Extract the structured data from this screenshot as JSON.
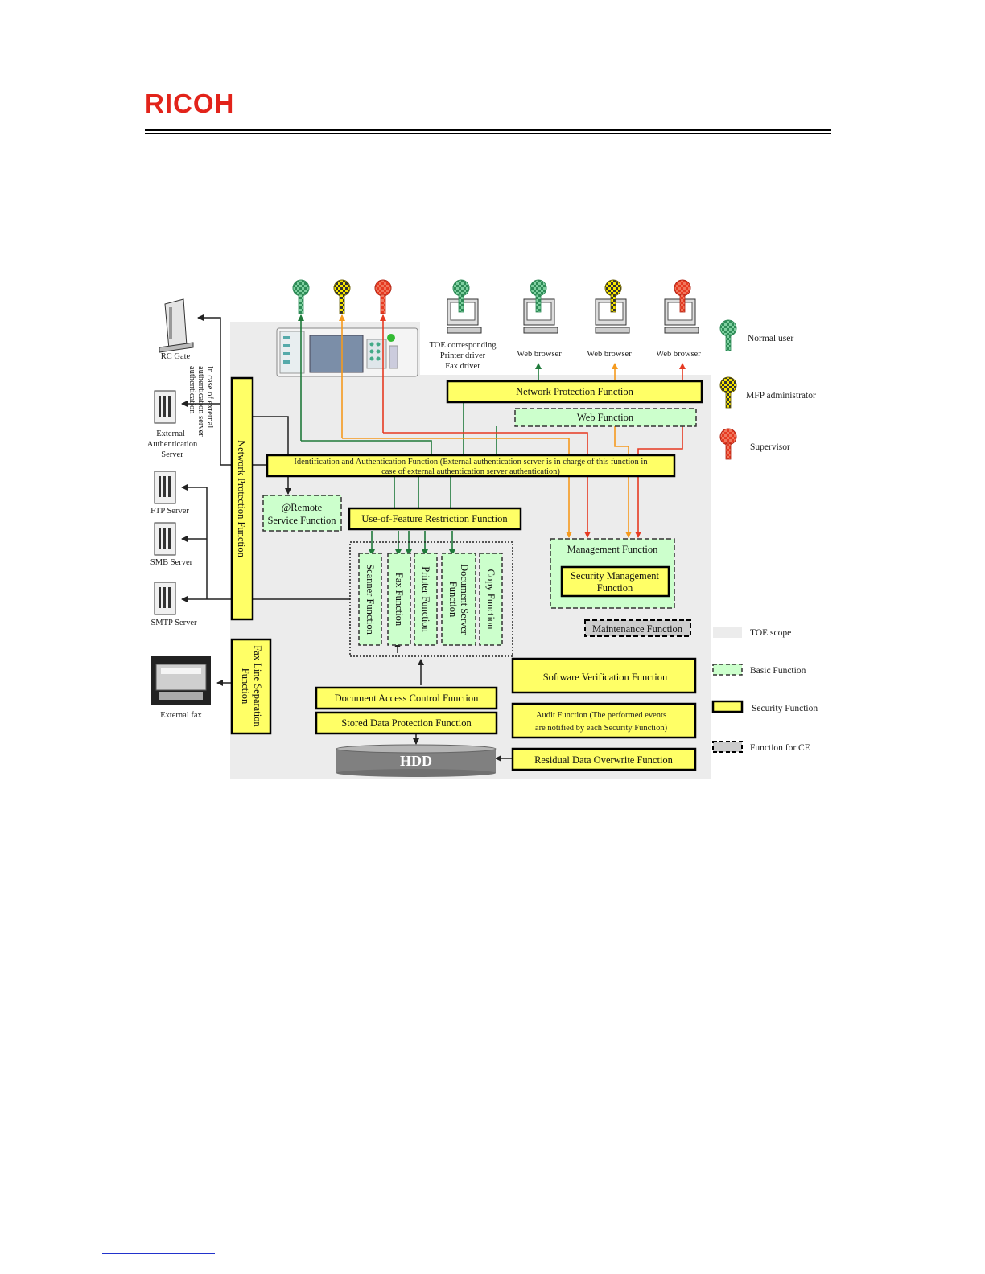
{
  "header": {
    "logo_text": "RICOH"
  },
  "diagram": {
    "left_devices": {
      "rc_gate": "RC Gate",
      "external_auth_server": [
        "External",
        "Authentication",
        "Server"
      ],
      "ftp_server": "FTP Server",
      "smb_server": "SMB Server",
      "smtp_server": "SMTP Server",
      "external_fax": "External fax",
      "ext_auth_note": [
        "In case of external",
        "authentication server",
        "authentication"
      ]
    },
    "clients": {
      "toe_driver": [
        "TOE corresponding",
        "Printer driver",
        "Fax driver"
      ],
      "web_browser_1": "Web browser",
      "web_browser_2": "Web browser",
      "web_browser_3": "Web browser"
    },
    "functions": {
      "network_protection_top": "Network Protection Function",
      "web_function": "Web Function",
      "network_protection_vertical": "Network Protection Function",
      "identification_auth": [
        "Identification and Authentication Function (External authentication server is in charge of this function in",
        "case of external authentication server authentication)"
      ],
      "remote_service": [
        "@Remote",
        "Service Function"
      ],
      "use_of_feature": "Use-of-Feature Restriction Function",
      "scanner": "Scanner Function",
      "fax": "Fax Function",
      "printer": "Printer Function",
      "document_server": [
        "Document Server",
        "Function"
      ],
      "copy": "Copy Function",
      "management": "Management Function",
      "security_management": [
        "Security Management",
        "Function"
      ],
      "maintenance": "Maintenance Function",
      "fax_line_separation": [
        "Fax Line Separation",
        "Function"
      ],
      "document_access_control": "Document Access Control Function",
      "stored_data_protection": "Stored Data Protection Function",
      "software_verification": "Software Verification Function",
      "audit": [
        "Audit Function (The performed events",
        "are notified by each Security Function)"
      ],
      "residual_data_overwrite": "Residual Data Overwrite Function",
      "hdd": "HDD"
    },
    "legend": {
      "normal_user": "Normal user",
      "mfp_admin": "MFP administrator",
      "supervisor": "Supervisor",
      "toe_scope": "TOE scope",
      "basic_function": "Basic Function",
      "security_function": "Security Function",
      "function_for_ce": "Function for CE"
    },
    "colors": {
      "normal_user": "#2e8b57",
      "mfp_admin": "#f7e600",
      "supervisor": "#e63a22",
      "security_box": "#ffff66",
      "basic_box": "#ccffcc",
      "toe_scope": "#ececec",
      "orange_flow": "#f59a1e"
    }
  }
}
